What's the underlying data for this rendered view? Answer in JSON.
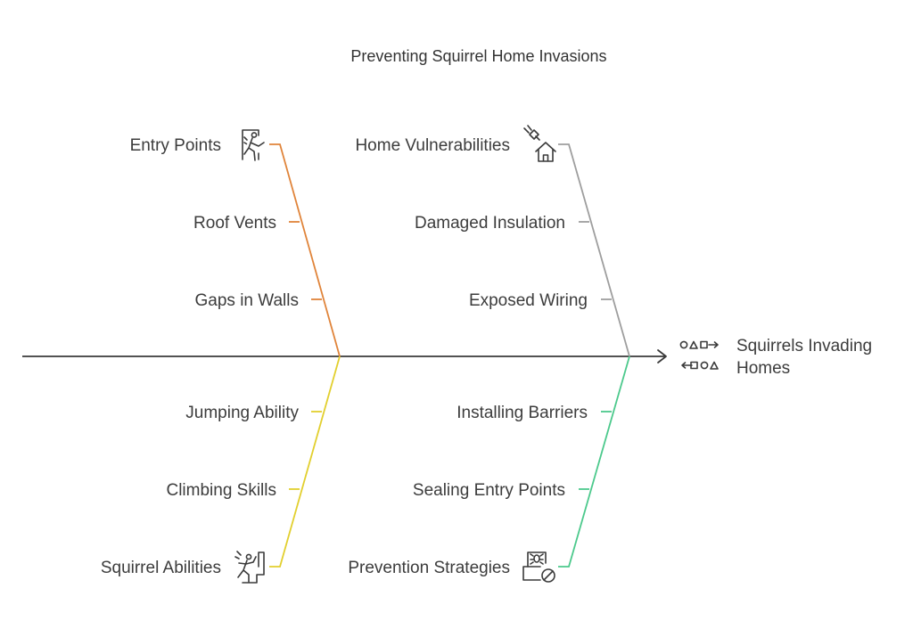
{
  "title": "Preventing Squirrel Home Invasions",
  "effect": {
    "line1": "Squirrels Invading",
    "line2": "Homes",
    "icon": "shapes-flow-icon"
  },
  "colors": {
    "spine": "#3a3a3a",
    "entry_points": "#e0843a",
    "home_vulnerabilities": "#9e9e9e",
    "squirrel_abilities": "#e2cf2e",
    "prevention_strategies": "#4cc98c"
  },
  "categories": {
    "entry_points": {
      "label": "Entry Points",
      "icon": "person-entering-door-icon",
      "causes": [
        "Roof Vents",
        "Gaps in Walls"
      ]
    },
    "home_vulnerabilities": {
      "label": "Home Vulnerabilities",
      "icon": "house-with-plug-icon",
      "causes": [
        "Damaged Insulation",
        "Exposed Wiring"
      ]
    },
    "squirrel_abilities": {
      "label": "Squirrel Abilities",
      "icon": "person-climbing-icon",
      "causes": [
        "Jumping Ability",
        "Climbing Skills"
      ]
    },
    "prevention_strategies": {
      "label": "Prevention Strategies",
      "icon": "pest-blocked-icon",
      "causes": [
        "Installing Barriers",
        "Sealing Entry Points"
      ]
    }
  }
}
